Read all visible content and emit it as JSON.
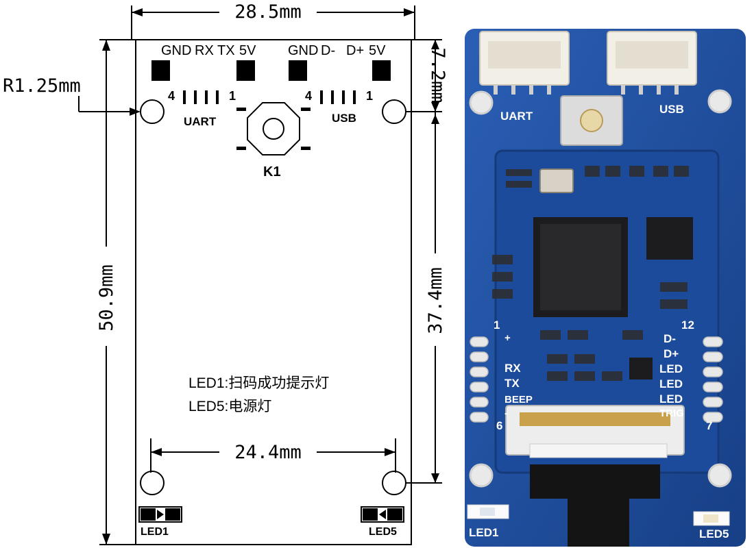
{
  "drawing": {
    "width_label": "28.5mm",
    "height_label": "50.9mm",
    "top_offset_label": "7.2mm",
    "hole_pitch_v_label": "37.4mm",
    "hole_pitch_h_label": "24.4mm",
    "radius_label": "R1.25mm",
    "uart_pins": [
      "GND",
      "RX",
      "TX",
      "5V"
    ],
    "usb_pins": [
      "GND",
      "D-",
      "D+",
      "5V"
    ],
    "uart_label": "UART",
    "usb_label": "USB",
    "pin_first": "4",
    "pin_last": "1",
    "button_label": "K1",
    "led_notes": [
      "LED1:扫码成功提示灯",
      "LED5:电源灯"
    ],
    "led_left": "LED1",
    "led_right": "LED5"
  },
  "photo": {
    "silk_uart": "UART",
    "silk_usb": "USB",
    "left_header_num": "1",
    "right_header_num": "12",
    "left_pins": [
      "+",
      "RX",
      "TX",
      "BEEP",
      "-"
    ],
    "right_pins": [
      "D-",
      "D+",
      "LED",
      "LED",
      "LED",
      "TRIG"
    ],
    "left_bottom_num": "6",
    "right_bottom_num": "7",
    "led_left": "LED1",
    "led_right": "LED5",
    "board_color": "#1e4fa0",
    "connector_color": "#f2efe6"
  }
}
